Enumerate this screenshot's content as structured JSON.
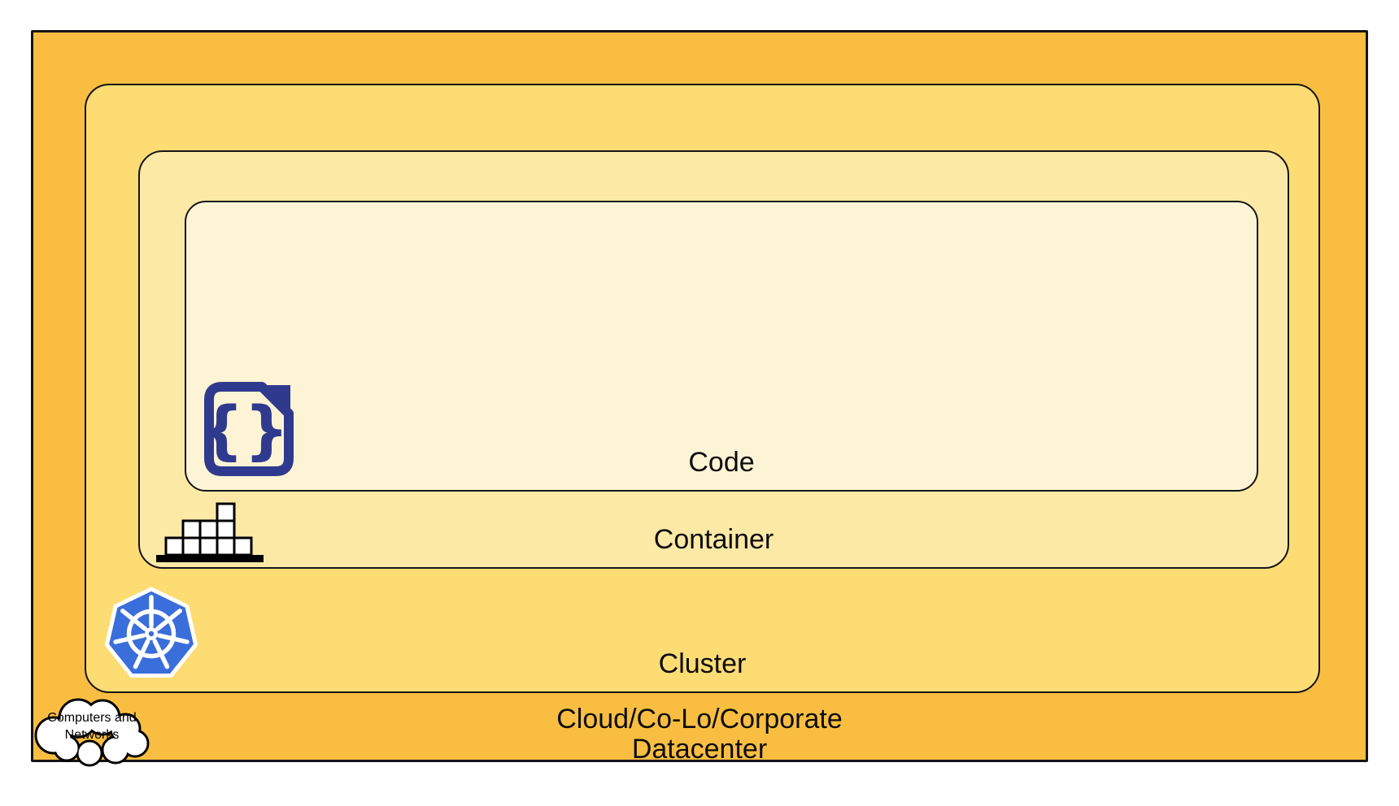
{
  "layers": {
    "code": {
      "label": "Code",
      "color": "#FDF4D6"
    },
    "container": {
      "label": "Container",
      "color": "#FCE9A6"
    },
    "cluster": {
      "label": "Cluster",
      "color": "#FDDC73"
    },
    "datacenter": {
      "label_line1": "Cloud/Co-Lo/Corporate",
      "label_line2": "Datacenter",
      "color": "#F9BE41"
    }
  },
  "cloud_callout": {
    "line1": "Computers and",
    "line2": "Networks"
  },
  "icons": {
    "code_file": "code-file-icon",
    "container_stack": "container-stack-icon",
    "kubernetes": "kubernetes-icon",
    "cloud_shape": "cloud-shape"
  },
  "colors": {
    "border": "#151515",
    "icon_navy": "#2F3A8F",
    "kubernetes_blue": "#3A6EDB",
    "icon_white": "#FFFFFF",
    "label_text": "#0D0D0D"
  }
}
